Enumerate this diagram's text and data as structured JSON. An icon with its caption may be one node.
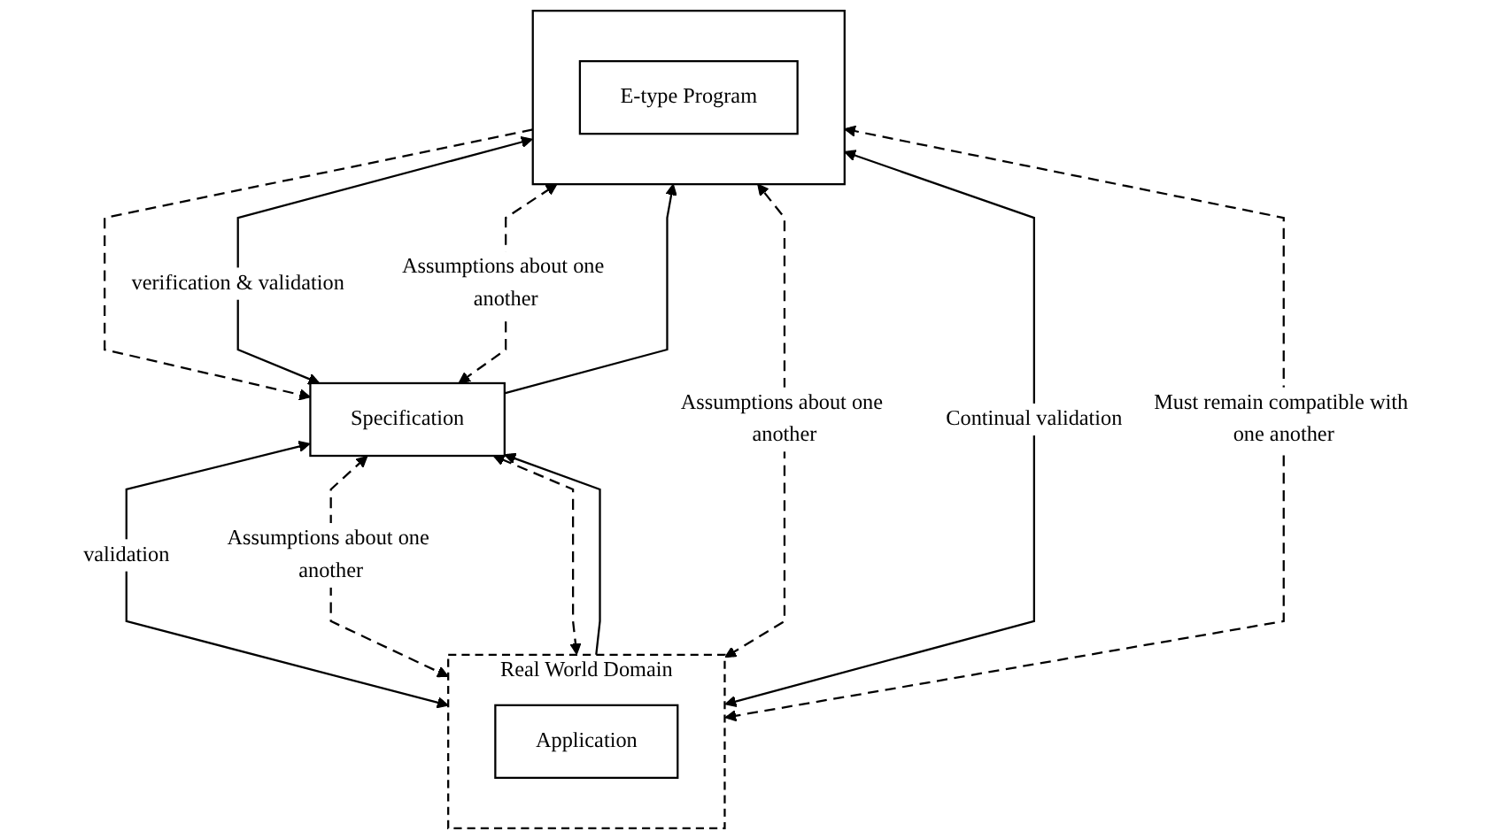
{
  "diagram": {
    "nodes": [
      {
        "text": [
          "Specification"
        ]
      },
      {
        "text": [
          "Real World Domain"
        ]
      },
      {
        "text": [
          "Application"
        ],
        "in": 1
      },
      {
        "text": [],
        "shape": "octagon"
      },
      {
        "text": [
          "E-type Program"
        ],
        "in": 3
      }
    ],
    "edges": [
      {
        "from": 0,
        "to": 1,
        "arrow": "both",
        "label": "validation"
      },
      {
        "from": 1,
        "to": 0,
        "arrow": "both",
        "style": "dashed"
      },
      {
        "from": 1,
        "to": 0,
        "arrow": "to"
      },
      {
        "from": 0,
        "to": 1,
        "arrow": "both",
        "style": "dashed",
        "label": "Assumptions about one another"
      },
      {
        "from": 0,
        "to": 3,
        "arrow": "both",
        "style": "dashed",
        "label": "Assumptions about one another"
      },
      {
        "from": 0,
        "to": 3,
        "arrow": "to"
      },
      {
        "from": 3,
        "to": 0,
        "arrow": "to",
        "style": "dashed"
      },
      {
        "from": 3,
        "to": 0,
        "arrow": "both",
        "label": "verification & validation"
      },
      {
        "from": 1,
        "to": 3,
        "arrow": "both",
        "style": "dashed",
        "label": "Assumptions about one another"
      },
      {
        "from": 1,
        "to": 3,
        "arrow": "both",
        "label": "Continual validation"
      },
      {
        "from": 1,
        "to": 3,
        "arrow": "both",
        "style": "dashed",
        "label": "Must remain compatible with one another"
      }
    ]
  }
}
